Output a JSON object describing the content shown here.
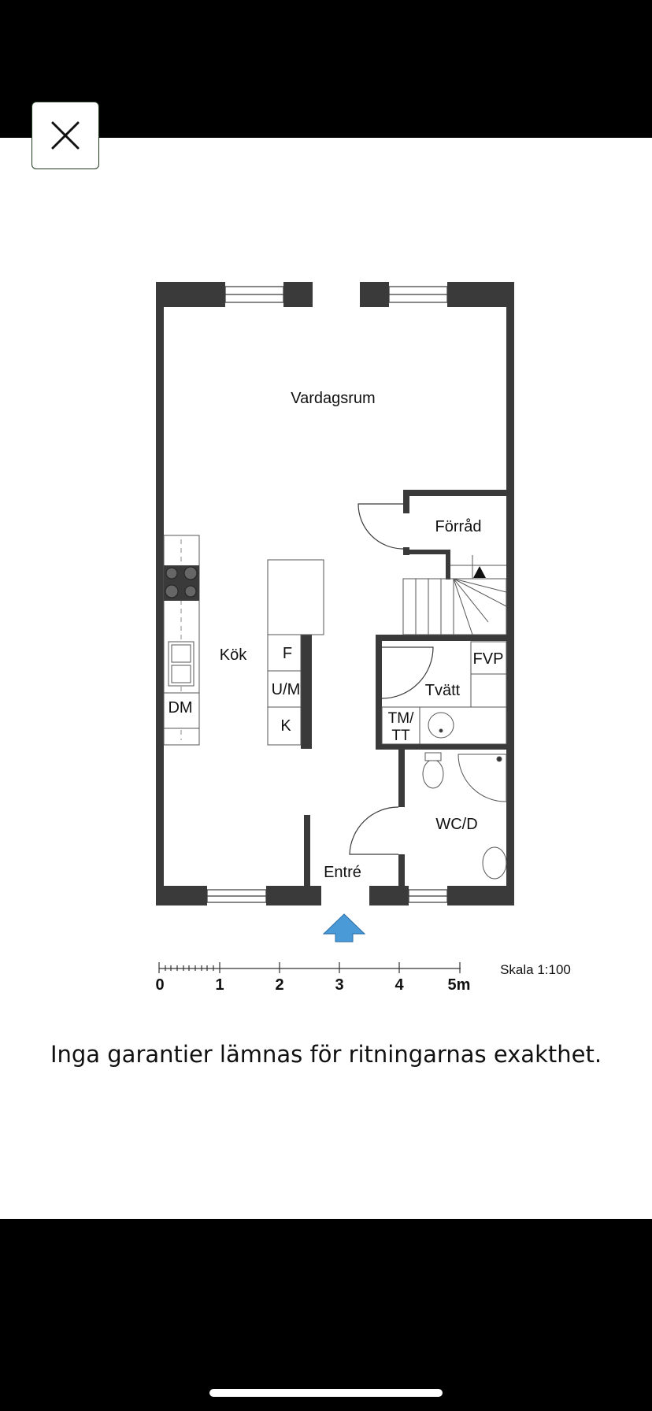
{
  "rooms": {
    "vardagsrum": "Vardagsrum",
    "forrad": "Förråd",
    "kok": "Kök",
    "tvatt": "Tvätt",
    "fvp": "FVP",
    "tm": "TM/",
    "tt": "TT",
    "wcd": "WC/D",
    "entre": "Entré"
  },
  "appliances": {
    "f": "F",
    "um": "U/M",
    "k": "K",
    "dm": "DM"
  },
  "scale": {
    "label": "Skala 1:100",
    "ticks": [
      "0",
      "1",
      "2",
      "3",
      "4",
      "5m"
    ]
  },
  "disclaimer": "Inga garantier lämnas för ritningarnas exakthet.",
  "colors": {
    "wall": "#3a3a3a",
    "entry_arrow": "#4a9ad8",
    "chrome": "#000000"
  },
  "icons": {
    "close": "close-icon",
    "entry": "entry-arrow-icon"
  }
}
